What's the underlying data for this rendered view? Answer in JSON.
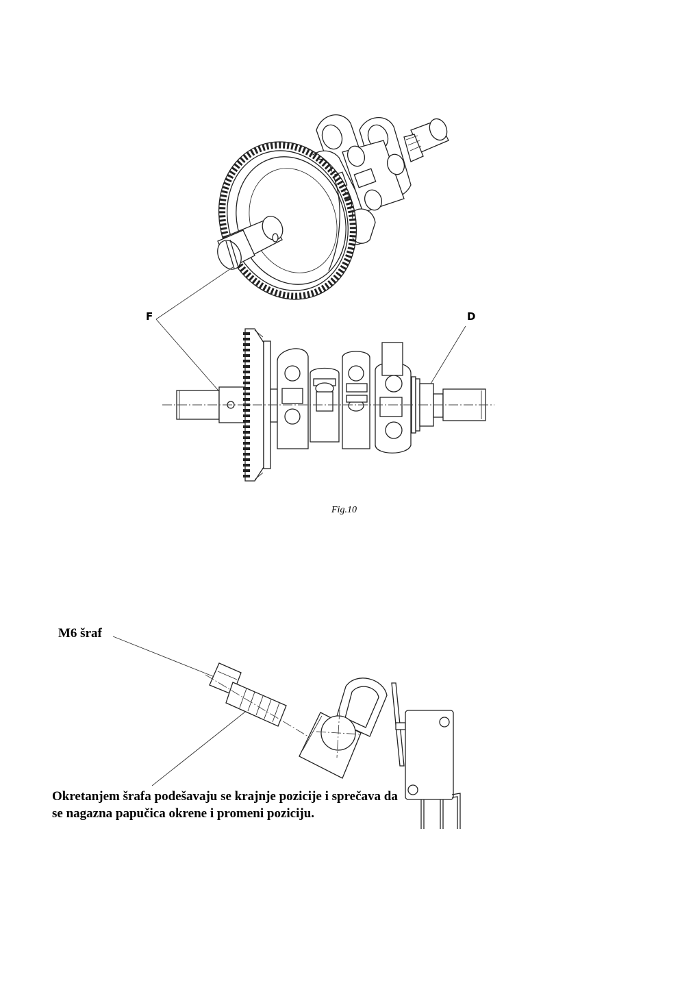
{
  "figure1": {
    "callout_f": "F",
    "callout_d": "D",
    "caption": "Fig.10"
  },
  "figure2": {
    "screw_label": "M6 šraf",
    "description": "Okretanjem šrafa podešavaju se krajnje pozicije i sprečava da se nagazna papučica okrene i promeni poziciju."
  }
}
